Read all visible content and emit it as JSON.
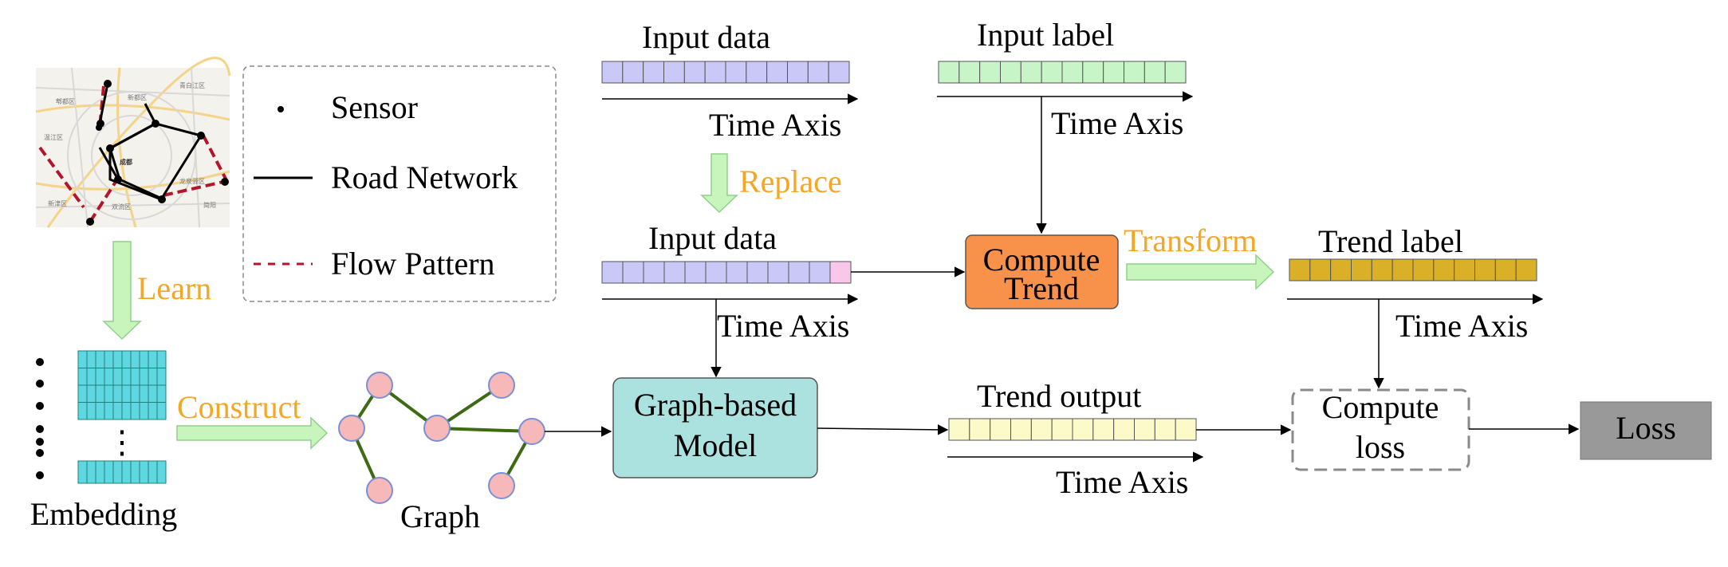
{
  "map": {
    "district_labels": [
      "郫都区",
      "新都区",
      "青白江区",
      "成都",
      "双流区",
      "龙泉驿区",
      "温江区",
      "新津区",
      "简阳"
    ]
  },
  "legend": {
    "sensor": "Sensor",
    "road_network": "Road Network",
    "flow_pattern": "Flow Pattern"
  },
  "learn_label": "Learn",
  "embedding": {
    "label": "Embedding",
    "ellipsis": "⋮"
  },
  "construct_label": "Construct",
  "graph_label": "Graph",
  "input_data_top": {
    "label": "Input data",
    "axis": "Time Axis",
    "cells": 12
  },
  "replace_label": "Replace",
  "input_data_mid": {
    "label": "Input data",
    "axis": "Time Axis",
    "cells": 12
  },
  "input_label_block": {
    "label": "Input label",
    "axis": "Time Axis",
    "cells": 12
  },
  "compute_trend": {
    "line1": "Compute",
    "line2": "Trend"
  },
  "transform_label": "Transform",
  "trend_label_block": {
    "label": "Trend label",
    "axis": "Time Axis",
    "cells": 12
  },
  "graph_model": {
    "line1": "Graph-based",
    "line2": "Model"
  },
  "trend_output_block": {
    "label": "Trend output",
    "axis": "Time Axis",
    "cells": 12
  },
  "compute_loss": {
    "line1": "Compute",
    "line2": "loss"
  },
  "loss_label": "Loss",
  "colors": {
    "input_cell": "#c9c8f7",
    "replaced_cell": "#f9c7ea",
    "label_cell": "#c8f5c8",
    "trend_label_cell": "#dbb029",
    "trend_output_cell": "#fdfac9",
    "embedding_cell": "#5dd8e0",
    "compute_trend_fill": "#f8914a",
    "graph_model_fill": "#abe2df",
    "loss_fill": "#999999",
    "accent_text": "#f5a623",
    "arrow_fill": "#c8f5bc",
    "graph_node": "#f6b8b8",
    "graph_node_stroke": "#7a8fd6",
    "graph_edge": "#3d6a13",
    "flow_pattern": "#b5152b"
  }
}
